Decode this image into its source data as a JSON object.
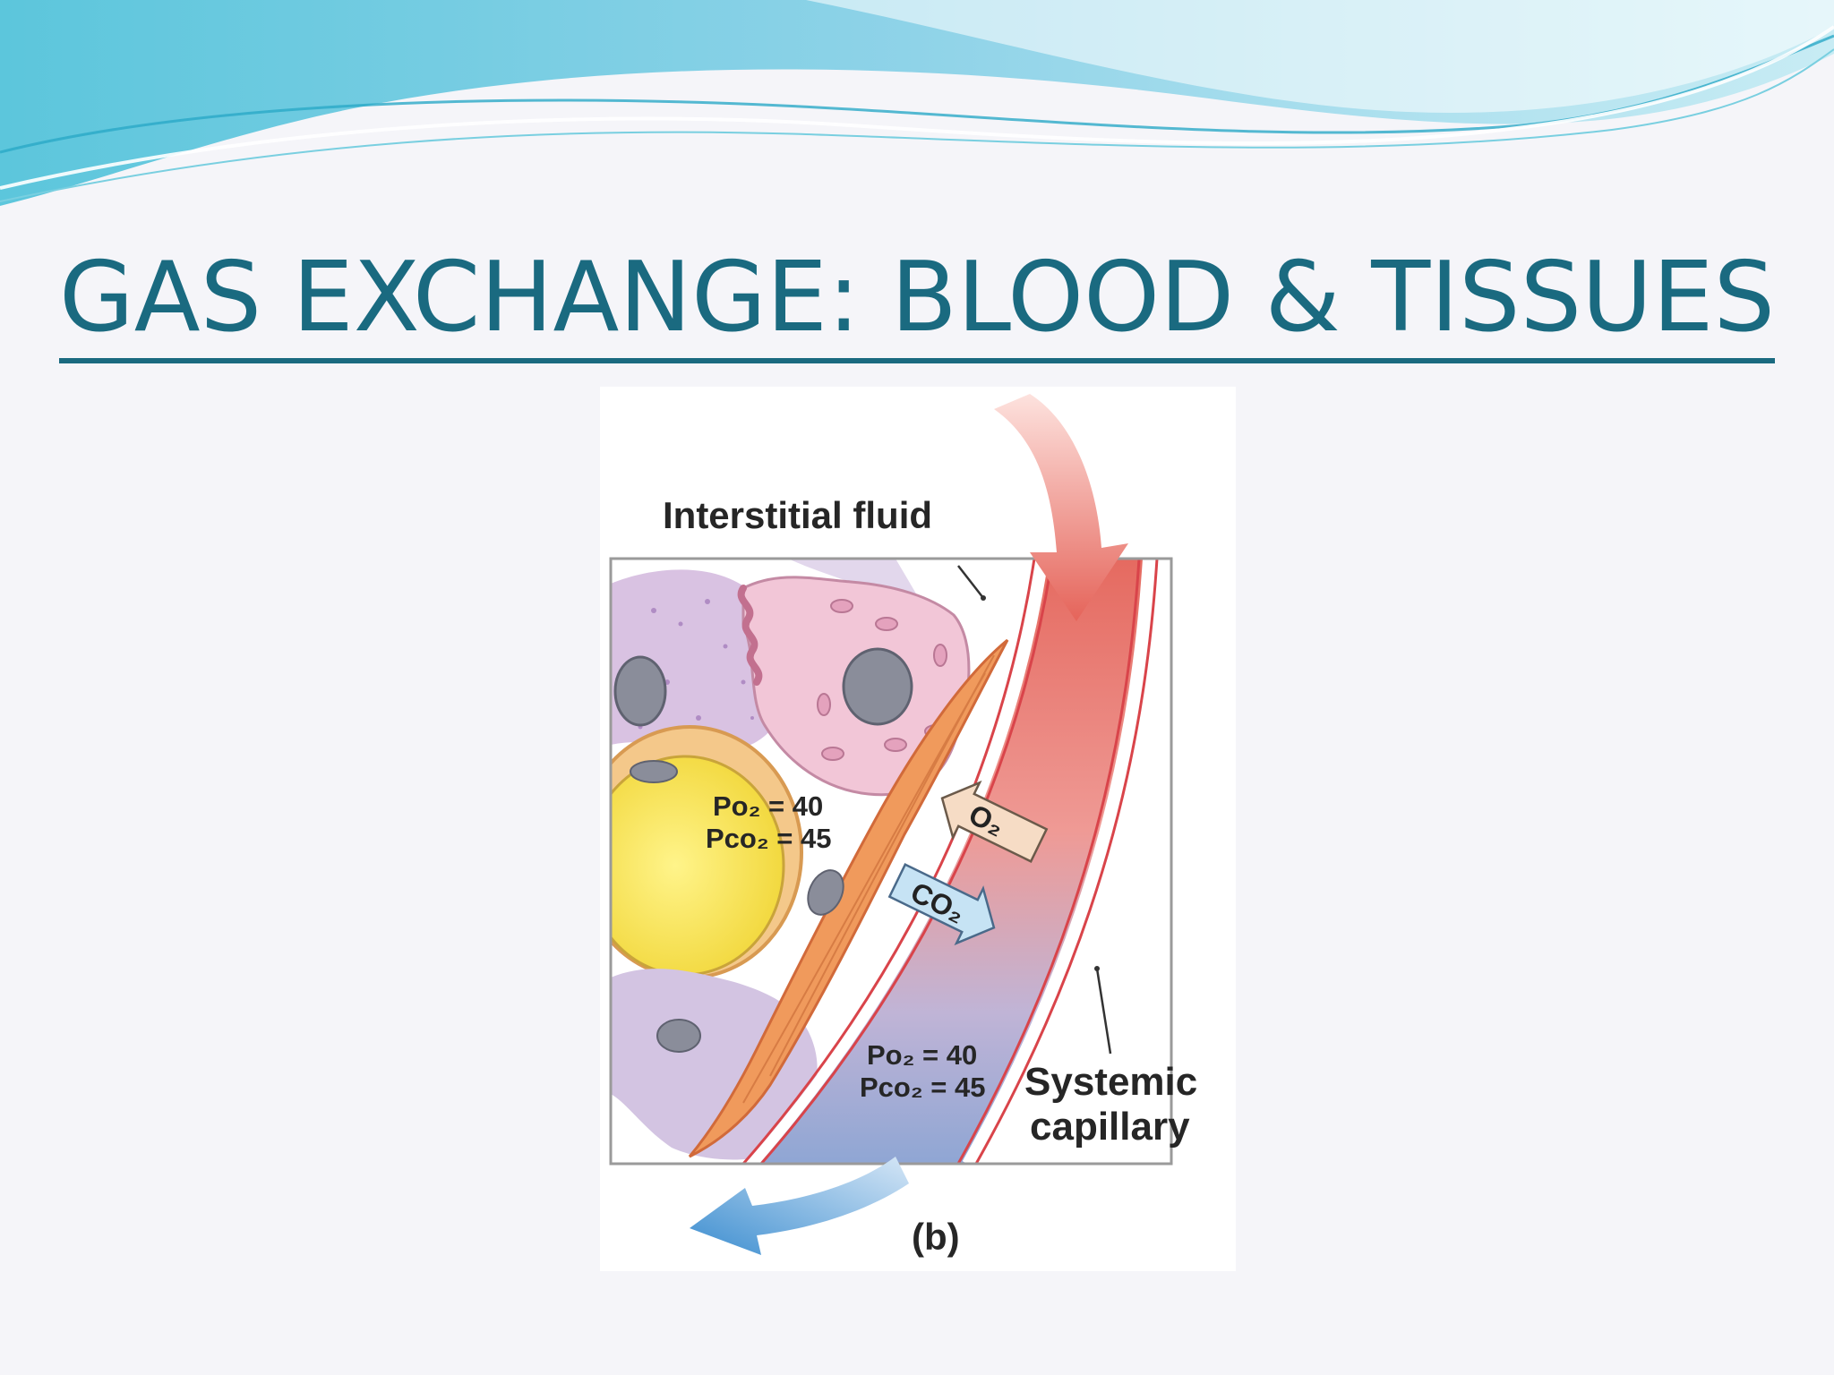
{
  "slide": {
    "title": "GAS EXCHANGE: BLOOD & TISSUES"
  },
  "figure": {
    "top_label": "Interstitial fluid",
    "tissue_po2": "Po₂ = 40",
    "tissue_pco2": "Pco₂ = 45",
    "blood_po2": "Po₂ = 40",
    "blood_pco2": "Pco₂ = 45",
    "capillary_label_line1": "Systemic",
    "capillary_label_line2": "capillary",
    "o2_arrow": "O₂",
    "co2_arrow": "CO₂",
    "panel_letter": "(b)"
  },
  "colors": {
    "title": "#1a6a80",
    "oxygenated_blood": "#e8726a",
    "deoxygenated_blood": "#8fa6d4",
    "o2_arrow_fill": "#f6dcc5",
    "co2_arrow_fill": "#c6e3f4"
  }
}
